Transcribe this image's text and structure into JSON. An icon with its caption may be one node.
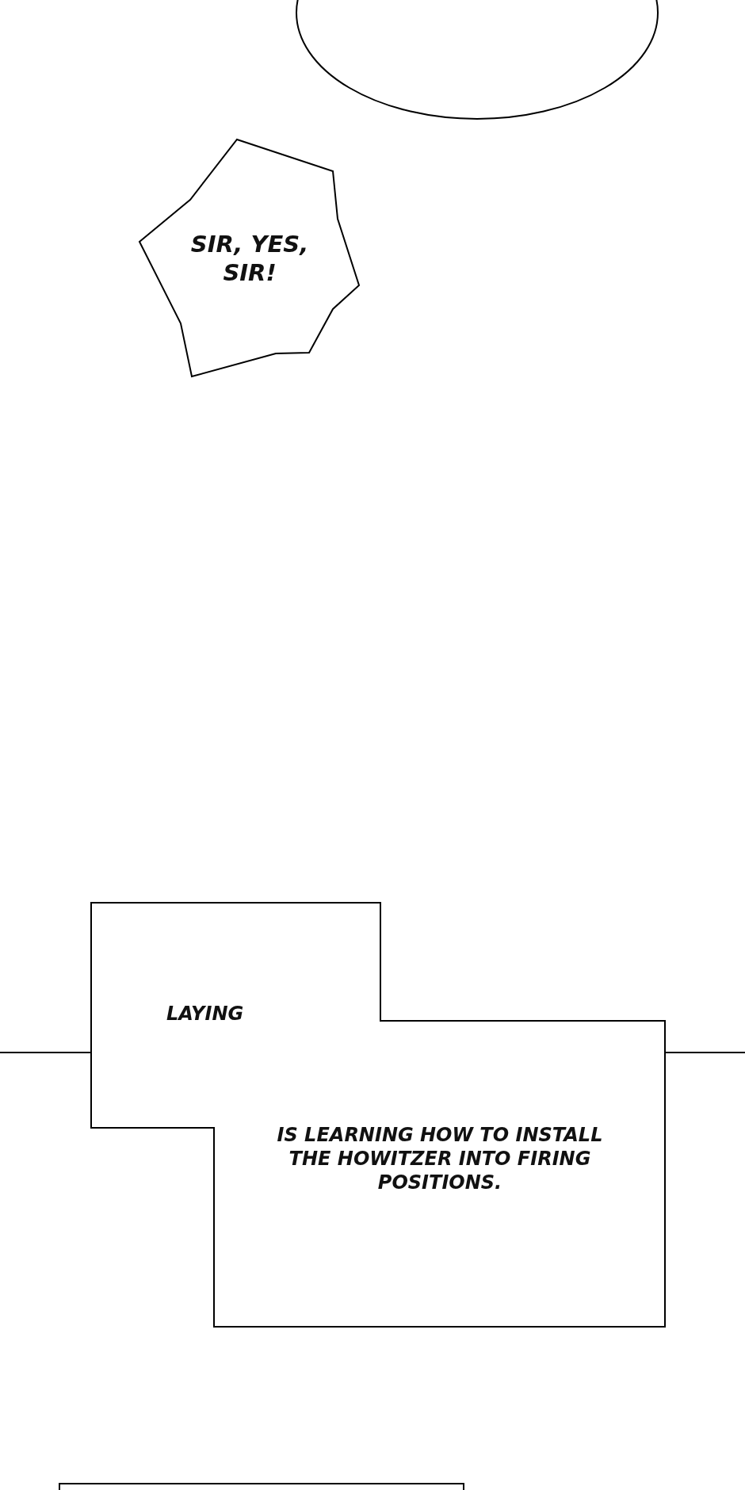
{
  "diagram": {
    "nodes": [
      {
        "text": [],
        "shape": "ellipse"
      },
      {
        "text": [
          "SIR, YES, SIR!"
        ]
      },
      {
        "text": [
          "LAYING",
          "IS LEARNING HOW TO INSTALL THE HOWITZER INTO FIRING POSITIONS."
        ]
      },
      {
        "text": [],
        "shape": "box"
      }
    ],
    "edges": []
  }
}
